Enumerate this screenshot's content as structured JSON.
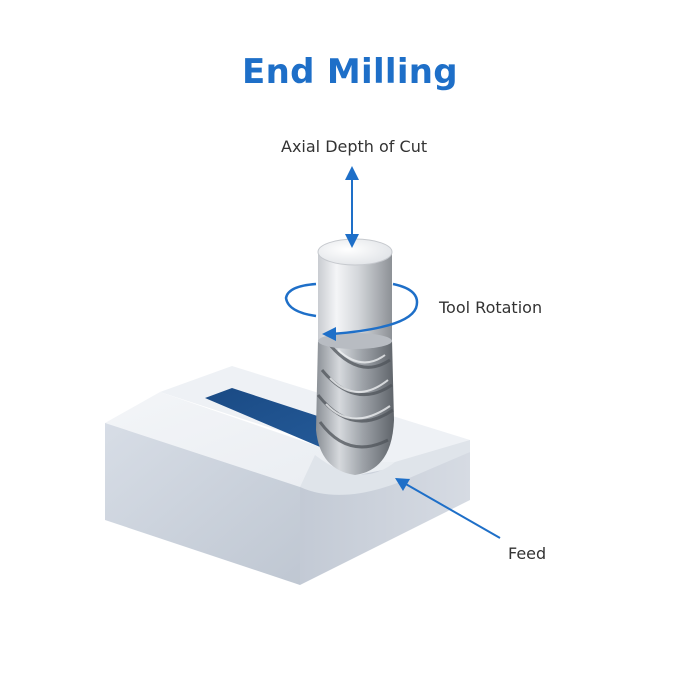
{
  "title": "End Milling",
  "labels": {
    "axial_depth": "Axial Depth of Cut",
    "tool_rotation": "Tool Rotation",
    "feed": "Feed"
  },
  "colors": {
    "accent": "#1e6fc8",
    "pocket": "#1d4f8a",
    "text": "#333333"
  },
  "icons": {
    "axial_arrow": "double-headed-vertical-arrow-icon",
    "rotation_arrow": "circular-arrow-icon",
    "feed_arrow": "diagonal-arrow-icon"
  }
}
